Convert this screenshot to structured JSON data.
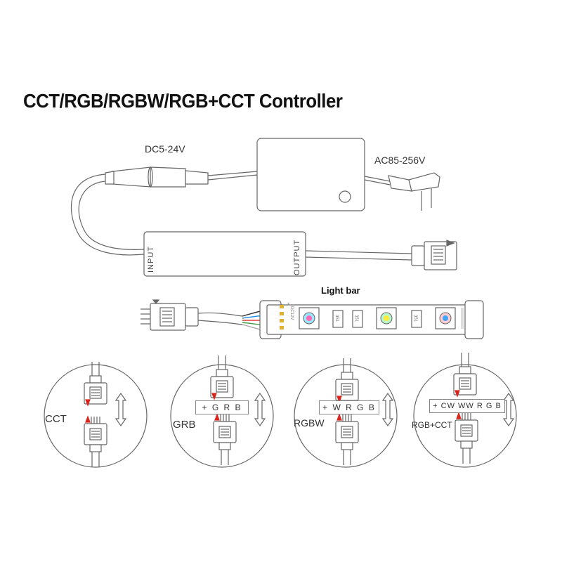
{
  "title": "CCT/RGB/RGBW/RGB+CCT Controller",
  "labels": {
    "dc_input": "DC5-24V",
    "ac_input": "AC85-256V",
    "controller_input": "INPUT",
    "controller_output": "OUTPUT",
    "light_bar": "Light bar",
    "strip_voltage": "DC12V",
    "strip_plus": "+",
    "chip_code": "351"
  },
  "modes": [
    {
      "name": "CCT",
      "pins": ""
    },
    {
      "name": "GRB",
      "pins": "+ G R B"
    },
    {
      "name": "RGBW",
      "pins": "+ W R G B"
    },
    {
      "name": "RGB+CCT",
      "pins": "+ CW WW R G B"
    }
  ],
  "colors": {
    "line": "#555555",
    "red_marker": "#d9251c",
    "wire_red": "#e53935",
    "wire_green": "#43a047",
    "wire_blue": "#1e88e5",
    "wire_black": "#333333",
    "pad_gold": "#e0b030"
  }
}
